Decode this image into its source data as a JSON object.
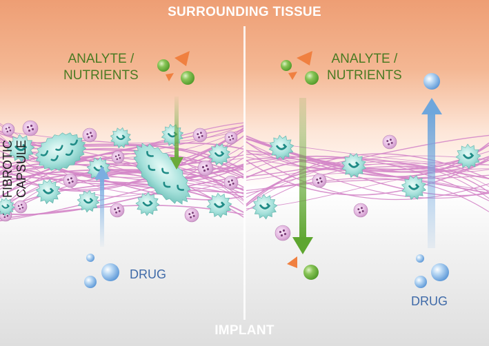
{
  "labels": {
    "top": "SURROUNDING TISSUE",
    "bottom": "IMPLANT",
    "capsule_line1": "FIBROTIC",
    "capsule_line2": "CAPSULE",
    "analyte_line1": "ANALYTE /",
    "analyte_line2": "NUTRIENTS",
    "drug": "DRUG"
  },
  "colors": {
    "tissue": "#f0a87e",
    "implant": "#e4e4e4",
    "fiber": "#d486c8",
    "analyte_text": "#4a7a22",
    "drug_text": "#3f6aa8",
    "analyte_arrow": "#6aaa3a",
    "drug_arrow": "#7aaee0",
    "macrophage": "#8fd6cf",
    "lymphocyte": "#d9a8d6",
    "nutrient_triangle": "#f08040"
  },
  "panels": [
    {
      "side": "left",
      "condition": "fibrotic capsule present"
    },
    {
      "side": "right",
      "condition": "thin tissue layer"
    }
  ]
}
